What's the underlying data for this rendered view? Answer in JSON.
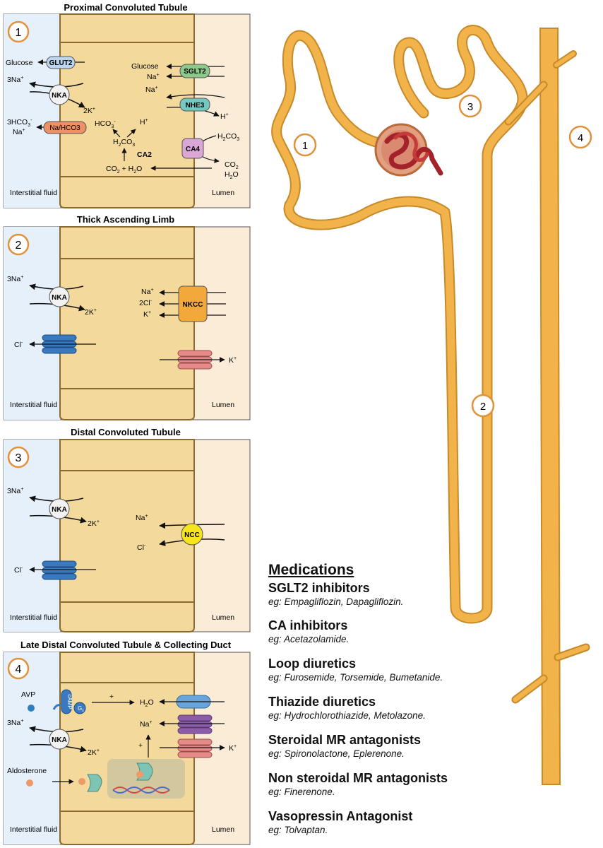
{
  "panels": [
    {
      "number": "1",
      "title": "Proximal Convoluted Tubule",
      "left_label": "Interstitial fluid",
      "right_label": "Lumen",
      "labels": {
        "glucose_left": "Glucose",
        "glut2": "GLUT2",
        "na3": "3Na",
        "nka": "NKA",
        "k2": "2K",
        "hco3_3": "3HCO",
        "na_left": "Na",
        "nahco3": "Na/HCO3",
        "hco3": "HCO",
        "h_inner": "H",
        "h2co3": "H",
        "ca2": "CA2",
        "co2h2o": "CO",
        "glucose_right": "Glucose",
        "na_r1": "Na",
        "sglt2": "SGLT2",
        "na_r2": "Na",
        "nhe3": "NHE3",
        "h_out": "H",
        "ca4": "CA4",
        "h2co3_r": "H",
        "co2_r": "CO",
        "h2o_r": "H"
      }
    },
    {
      "number": "2",
      "title": "Thick Ascending Limb",
      "left_label": "Interstitial fluid",
      "right_label": "Lumen",
      "labels": {
        "na3": "3Na",
        "nka": "NKA",
        "k2": "2K",
        "na": "Na",
        "cl2": "2Cl",
        "k": "K",
        "nkcc": "NKCC",
        "cl": "Cl",
        "k_out": "K"
      }
    },
    {
      "number": "3",
      "title": "Distal Convoluted Tubule",
      "left_label": "Interstitial fluid",
      "right_label": "Lumen",
      "labels": {
        "na3": "3Na",
        "nka": "NKA",
        "k2": "2K",
        "na": "Na",
        "cl": "Cl",
        "ncc": "NCC",
        "cl_left": "Cl"
      }
    },
    {
      "number": "4",
      "title": "Late Distal Convoluted Tubule & Collecting Duct",
      "left_label": "Interstitial fluid",
      "right_label": "Lumen",
      "labels": {
        "avp": "AVP",
        "camp": "cAMP",
        "gs": "G",
        "plus": "+",
        "h2o": "H",
        "na3": "3Na",
        "nka": "NKA",
        "k2": "2K",
        "na": "Na",
        "plus2": "+",
        "k": "K",
        "aldosterone": "Aldosterone"
      }
    }
  ],
  "nephron_labels": [
    "1",
    "2",
    "3",
    "4"
  ],
  "medications": {
    "heading": "Medications",
    "items": [
      {
        "name": "SGLT2 inhibitors",
        "example": "eg: Empagliflozin, Dapagliflozin."
      },
      {
        "name": "CA inhibitors",
        "example": "eg: Acetazolamide."
      },
      {
        "name": "Loop diuretics",
        "example": "eg: Furosemide, Torsemide, Bumetanide."
      },
      {
        "name": "Thiazide diuretics",
        "example": "eg: Hydrochlorothiazide, Metolazone."
      },
      {
        "name": "Steroidal MR antagonists",
        "example": "eg: Spironolactone, Eplerenone."
      },
      {
        "name": "Non steroidal MR antagonists",
        "example": "eg: Finerenone."
      },
      {
        "name": "Vasopressin Antagonist",
        "example": "eg: Tolvaptan."
      }
    ]
  },
  "colors": {
    "interstitial": "#e6f0fb",
    "lumen": "#fbecd8",
    "cell": "#f4d99c",
    "cell_border": "#8a6a2f",
    "tubule": "#f2b44a",
    "tubule_border": "#c68a2a",
    "badge": "#e0913a",
    "glut2": "#bcd6f0",
    "sglt2": "#8cc98a",
    "nhe3": "#76c8c2",
    "nahco3": "#ee8f66",
    "ca4": "#d9a6d6",
    "nkcc": "#f2a93a",
    "ncc": "#f6e51c",
    "channel_blue": "#3a78c0",
    "channel_red": "#e48a88",
    "channel_purple": "#8c5ca8",
    "glomerulus": "#a4232b"
  }
}
